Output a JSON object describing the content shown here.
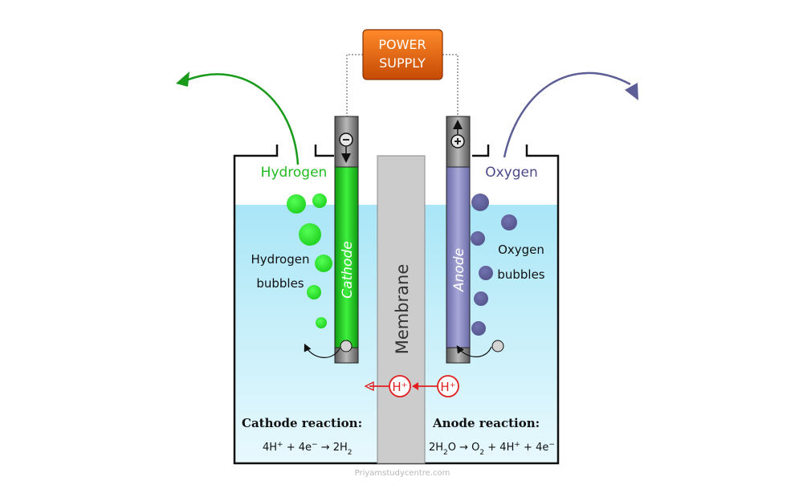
{
  "power_supply": {
    "line1": "POWER",
    "line2": "SUPPLY"
  },
  "labels": {
    "hydrogen": "Hydrogen",
    "oxygen": "Oxygen",
    "hydrogen_bubbles_1": "Hydrogen",
    "hydrogen_bubbles_2": "bubbles",
    "oxygen_bubbles_1": "Oxygen",
    "oxygen_bubbles_2": "bubbles",
    "cathode": "Cathode",
    "anode": "Anode",
    "membrane": "Membrane",
    "proton": "H⁺"
  },
  "reactions": {
    "cathode_title": "Cathode reaction:",
    "anode_title": "Anode reaction:"
  },
  "watermark": "Priyamstudycentre.com",
  "colors": {
    "hydrogen": "#22bb22",
    "oxygen": "#5a5a96",
    "water": "#bfeefa",
    "membrane": "#cccccc",
    "proton": "#e02020",
    "power_top": "#ff7a1a",
    "power_bottom": "#c84a05"
  }
}
